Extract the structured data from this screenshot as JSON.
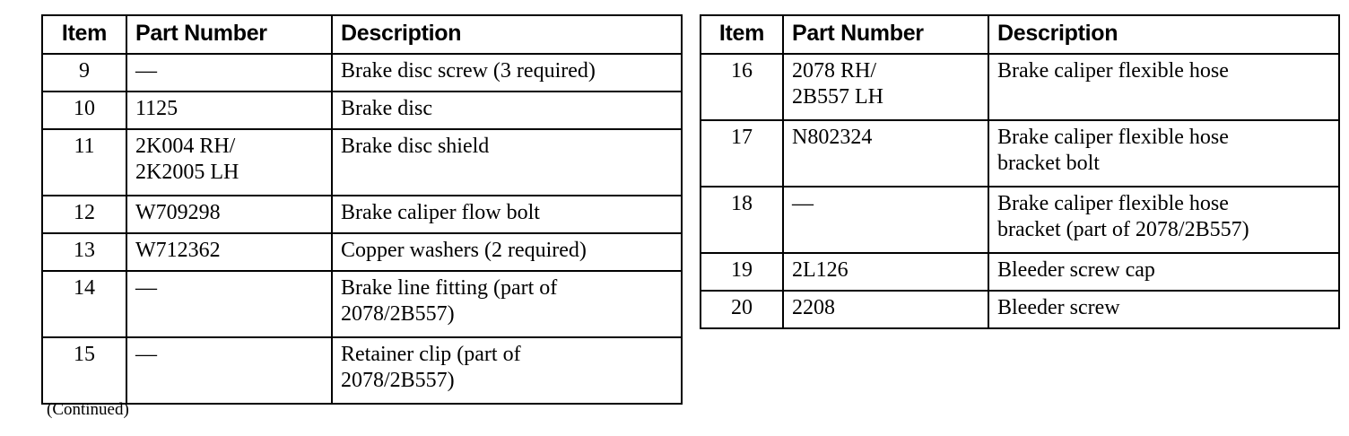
{
  "document": {
    "type": "parts-list",
    "continued_note": "(Continued)",
    "text_color": "#000000",
    "background_color": "#ffffff",
    "border_color": "#000000"
  },
  "tables": [
    {
      "id": "left",
      "columns": [
        "Item",
        "Part Number",
        "Description"
      ],
      "rows": [
        {
          "item": "9",
          "part_number": [
            "—"
          ],
          "description": [
            "Brake disc screw (3 required)"
          ]
        },
        {
          "item": "10",
          "part_number": [
            "1125"
          ],
          "description": [
            "Brake disc"
          ]
        },
        {
          "item": "11",
          "part_number": [
            "2K004 RH/",
            "2K2005 LH"
          ],
          "description": [
            "Brake disc shield"
          ]
        },
        {
          "item": "12",
          "part_number": [
            "W709298"
          ],
          "description": [
            "Brake caliper flow bolt"
          ]
        },
        {
          "item": "13",
          "part_number": [
            "W712362"
          ],
          "description": [
            "Copper washers (2 required)"
          ]
        },
        {
          "item": "14",
          "part_number": [
            "—"
          ],
          "description": [
            "Brake line fitting (part of",
            "2078/2B557)"
          ]
        },
        {
          "item": "15",
          "part_number": [
            "—"
          ],
          "description": [
            "Retainer clip (part of",
            "2078/2B557)"
          ]
        }
      ]
    },
    {
      "id": "right",
      "columns": [
        "Item",
        "Part Number",
        "Description"
      ],
      "rows": [
        {
          "item": "16",
          "part_number": [
            "2078 RH/",
            "2B557 LH"
          ],
          "description": [
            "Brake caliper flexible hose"
          ]
        },
        {
          "item": "17",
          "part_number": [
            "N802324"
          ],
          "description": [
            "Brake caliper flexible hose",
            "bracket bolt"
          ]
        },
        {
          "item": "18",
          "part_number": [
            "—"
          ],
          "description": [
            "Brake caliper flexible hose",
            "bracket (part of 2078/2B557)"
          ]
        },
        {
          "item": "19",
          "part_number": [
            "2L126"
          ],
          "description": [
            "Bleeder screw cap"
          ]
        },
        {
          "item": "20",
          "part_number": [
            "2208"
          ],
          "description": [
            "Bleeder screw"
          ]
        }
      ]
    }
  ]
}
